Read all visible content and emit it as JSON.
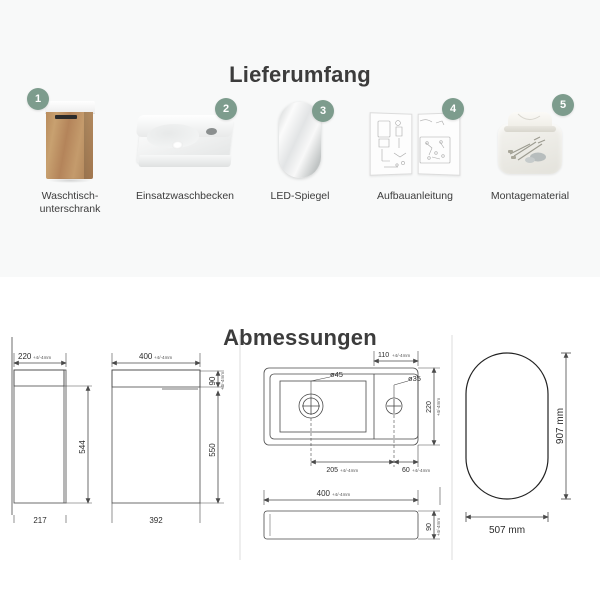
{
  "scope": {
    "title": "Lieferumfang",
    "items": [
      {
        "badge": "1",
        "label": "Waschtisch-\nunterschrank",
        "icon": "cabinet-icon"
      },
      {
        "badge": "2",
        "label": "Einsatzwaschbecken",
        "icon": "washbasin-icon"
      },
      {
        "badge": "3",
        "label": "LED-Spiegel",
        "icon": "mirror-icon"
      },
      {
        "badge": "4",
        "label": "Aufbauanleitung",
        "icon": "manual-icon"
      },
      {
        "badge": "5",
        "label": "Montagematerial",
        "icon": "mounting-kit-icon"
      }
    ]
  },
  "dimensions": {
    "title": "Abmessungen",
    "drawings": {
      "cabinet_side": {
        "name": "cabinet-side-view",
        "depth": "220",
        "depth_tol": "+4/-4mm",
        "height_body": "544",
        "bottom_width": "217"
      },
      "cabinet_front": {
        "name": "cabinet-front-view",
        "width": "400",
        "width_tol": "+4/-4mm",
        "top_height": "90",
        "top_height_tol": "+4/-4mm",
        "body_height": "550",
        "bottom_width": "392"
      },
      "basin_top": {
        "name": "basin-top-view",
        "offset_right": "110",
        "offset_right_tol": "+4/-4mm",
        "drain_dia": "ø45",
        "tap_dia": "ø35",
        "depth": "220",
        "depth_tol": "+4/-4mm",
        "drain_x": "205",
        "drain_x_tol": "+4/-4mm",
        "tap_x": "60",
        "tap_x_tol": "+4/-4mm"
      },
      "basin_front": {
        "name": "basin-front-view",
        "width": "400",
        "width_tol": "+4/-4mm",
        "height": "90",
        "height_tol": "+4/-4mm"
      },
      "mirror": {
        "name": "mirror-outline",
        "height": "907 mm",
        "width": "507 mm"
      }
    }
  },
  "colors": {
    "badge": "#7d9c8d",
    "section_bg": "#f8f9f9",
    "title": "#3c3c3c",
    "line": "#4a4a4a"
  }
}
